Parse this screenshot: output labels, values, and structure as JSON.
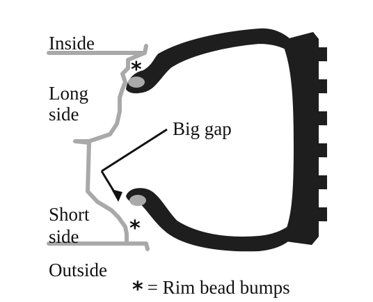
{
  "labels": {
    "inside": "Inside",
    "long_side_line1": "Long",
    "long_side_line2": "side",
    "big_gap": "Big gap",
    "short_side_line1": "Short",
    "short_side_line2": "side",
    "outside": "Outside"
  },
  "bump_marker": "*",
  "legend": {
    "symbol": "*",
    "text": "= Rim bead bumps"
  },
  "colors": {
    "rim": "#a9a9a9",
    "tire": "#1e1e1e",
    "text": "#111111",
    "background": "#ffffff"
  }
}
